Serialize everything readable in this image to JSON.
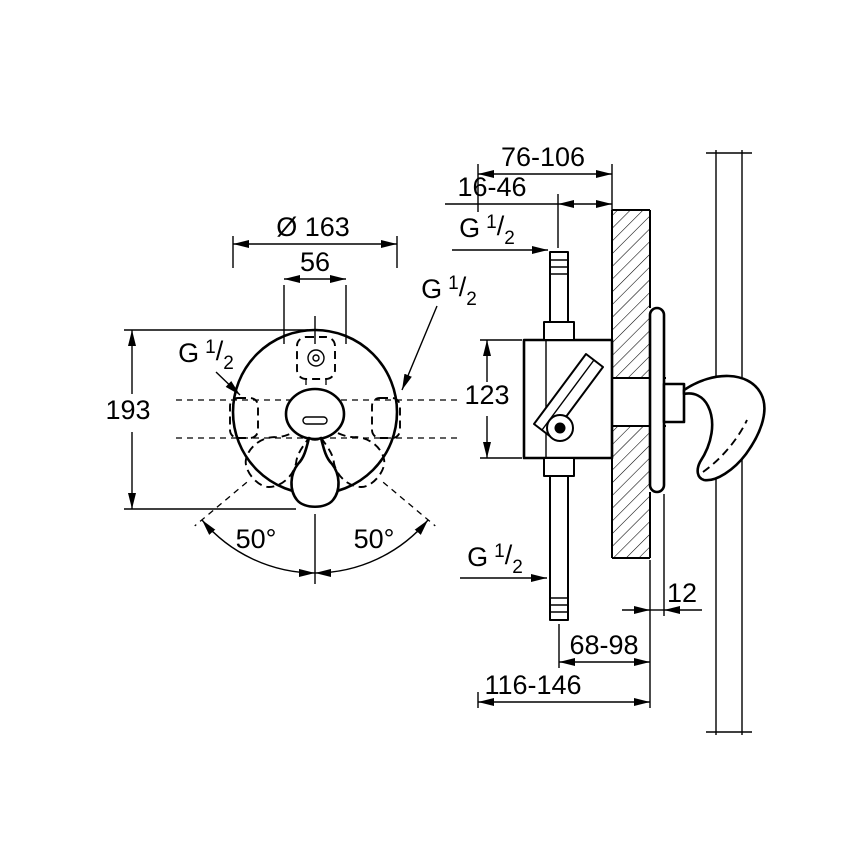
{
  "drawing": {
    "colors": {
      "line": "#000000",
      "background": "#ffffff"
    },
    "labels": {
      "dim_depth_range": "76-106",
      "dim_inset_range": "16-46",
      "dim_diameter": "Ø 163",
      "dim_center_width": "56",
      "dim_total_height": "193",
      "dim_connection_height": "123",
      "dim_angle_left": "50°",
      "dim_angle_right": "50°",
      "dim_plate_thickness": "12",
      "dim_outlet_to_wall_inner": "68-98",
      "dim_outlet_to_wall_outer": "116-146",
      "thread": {
        "prefix": "G",
        "numerator": "1",
        "slash": "/",
        "denominator": "2"
      }
    }
  }
}
